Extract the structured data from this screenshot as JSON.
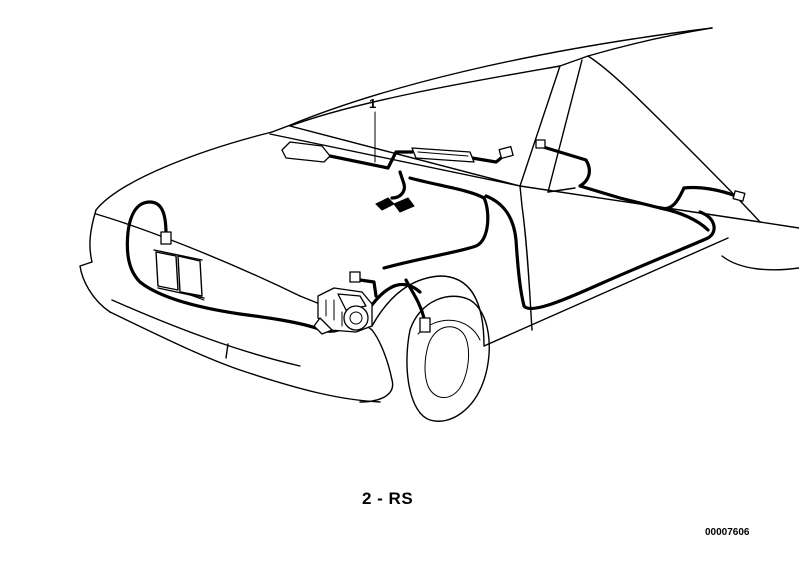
{
  "diagram": {
    "callout": "1",
    "variant_label": "2 - RS",
    "reference_number": "00007606"
  }
}
